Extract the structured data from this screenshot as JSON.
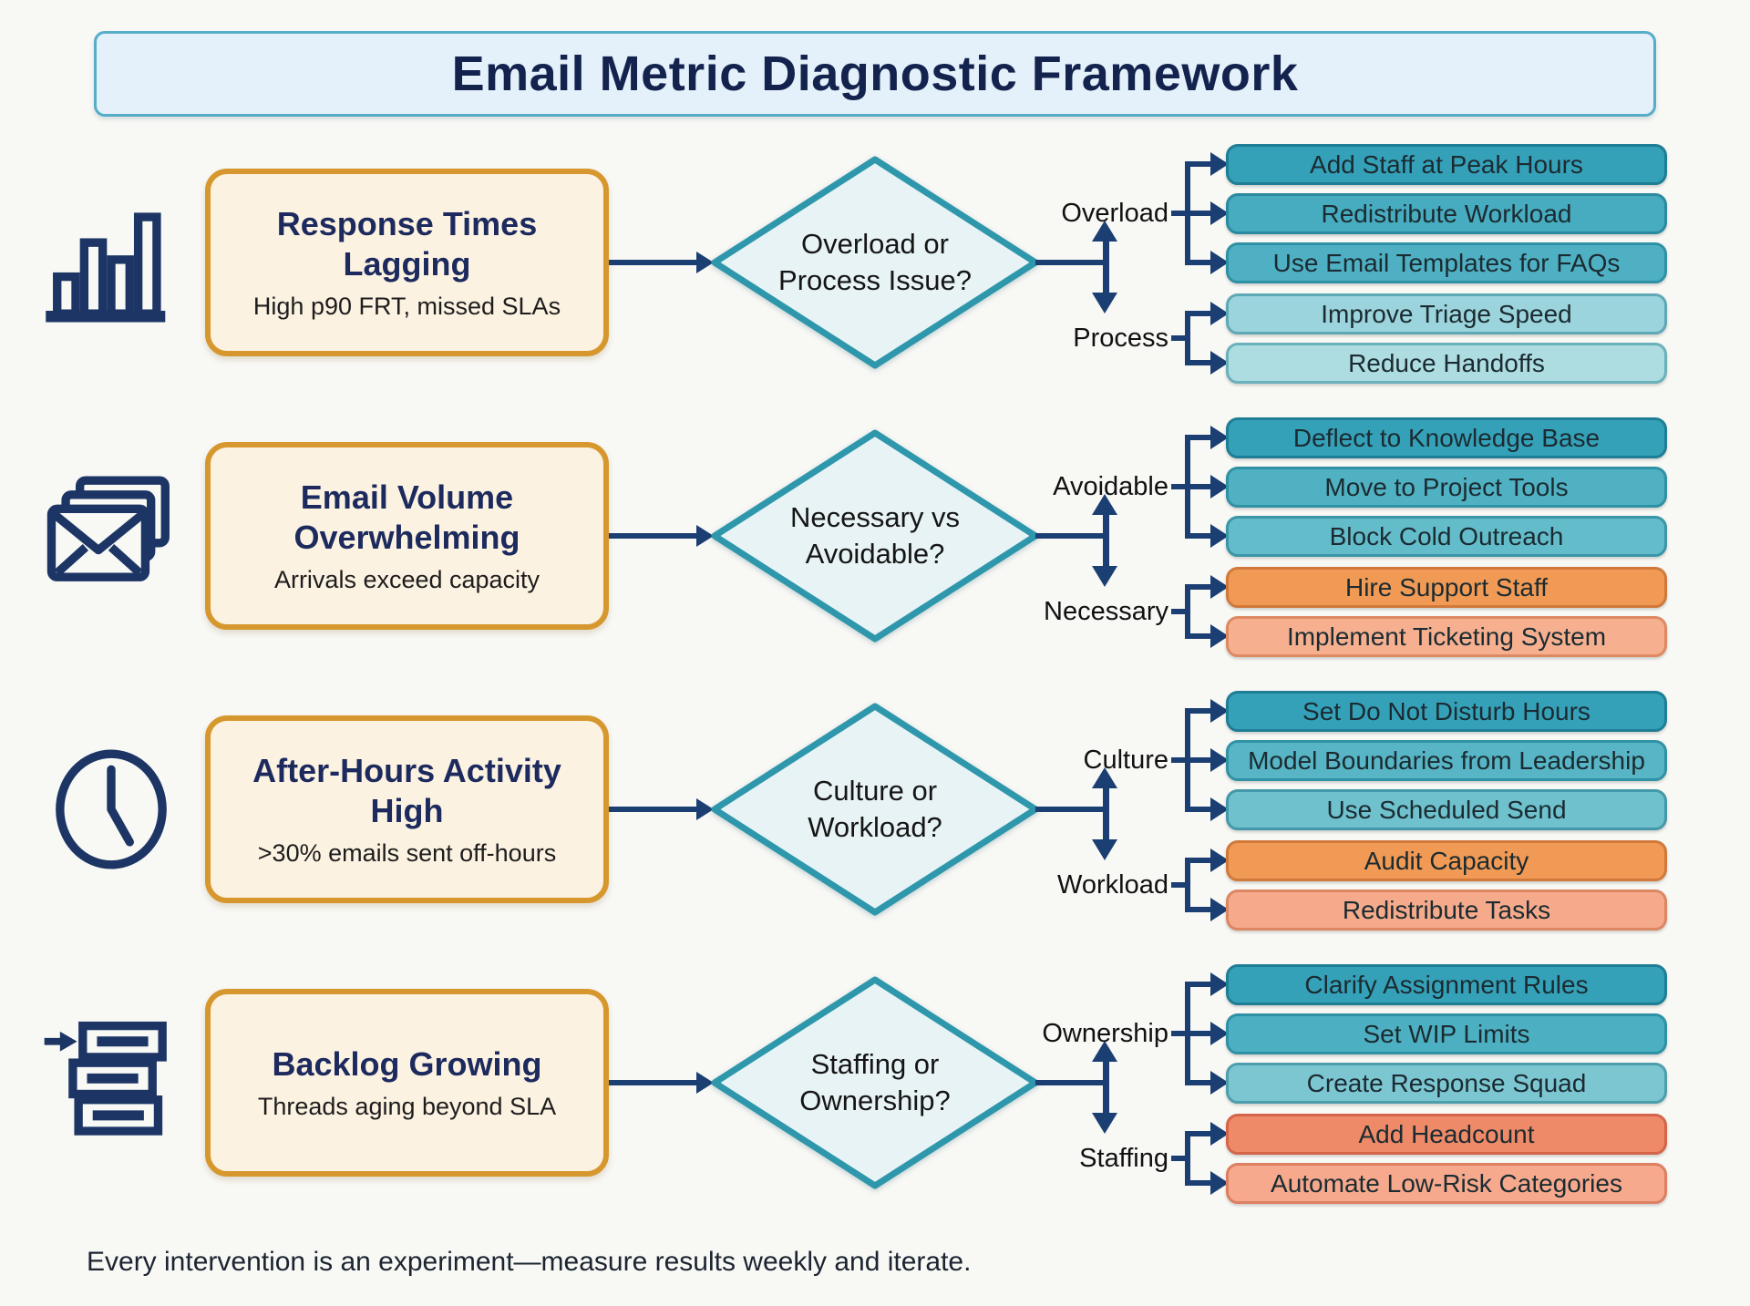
{
  "title": "Email Metric Diagnostic Framework",
  "footer": "Every intervention is an experiment—measure results weekly and iterate.",
  "palette": {
    "background": "#f8f8f5",
    "title_fill": "#e4f1fa",
    "title_border": "#56adc8",
    "title_text": "#13234e",
    "problem_fill": "#fcf2e1",
    "problem_border": "#d6982e",
    "diamond_fill": "#e7f3f5",
    "diamond_border": "#2e97ac",
    "connector_navy": "#1c3f73",
    "icon_navy": "#1c3565"
  },
  "rows": [
    {
      "icon": "bar-chart-icon",
      "problem": {
        "title": "Response Times Lagging",
        "subtitle": "High p90 FRT, missed SLAs"
      },
      "decision": {
        "line1": "Overload or",
        "line2": "Process Issue?"
      },
      "branches": [
        {
          "label": "Overload",
          "actions": [
            {
              "label": "Add Staff at Peak Hours",
              "fill": "#35a1b9",
              "border": "#1e7e95"
            },
            {
              "label": "Redistribute Workload",
              "fill": "#47acc0",
              "border": "#2a8ba0"
            },
            {
              "label": "Use Email Templates for FAQs",
              "fill": "#4fb0c3",
              "border": "#2f91a4"
            }
          ]
        },
        {
          "label": "Process",
          "actions": [
            {
              "label": "Improve Triage Speed",
              "fill": "#9bd4dc",
              "border": "#5fa9b6"
            },
            {
              "label": "Reduce Handoffs",
              "fill": "#addce1",
              "border": "#6bb1bc"
            }
          ]
        }
      ]
    },
    {
      "icon": "envelopes-icon",
      "problem": {
        "title": "Email Volume Overwhelming",
        "subtitle": "Arrivals exceed capacity"
      },
      "decision": {
        "line1": "Necessary vs",
        "line2": "Avoidable?"
      },
      "branches": [
        {
          "label": "Avoidable",
          "actions": [
            {
              "label": "Deflect to Knowledge Base",
              "fill": "#35a1b9",
              "border": "#1e7e95"
            },
            {
              "label": "Move to Project Tools",
              "fill": "#50b1c3",
              "border": "#2f91a4"
            },
            {
              "label": "Block Cold Outreach",
              "fill": "#63bcca",
              "border": "#3a96a8"
            }
          ]
        },
        {
          "label": "Necessary",
          "actions": [
            {
              "label": "Hire Support Staff",
              "fill": "#f09a55",
              "border": "#d1793a"
            },
            {
              "label": "Implement Ticketing System",
              "fill": "#f6b090",
              "border": "#dd8a63"
            }
          ]
        }
      ]
    },
    {
      "icon": "clock-icon",
      "problem": {
        "title": "After-Hours Activity High",
        "subtitle": ">30% emails sent off-hours"
      },
      "decision": {
        "line1": "Culture or",
        "line2": "Workload?"
      },
      "branches": [
        {
          "label": "Culture",
          "actions": [
            {
              "label": "Set Do Not Disturb Hours",
              "fill": "#35a1b9",
              "border": "#1e7e95"
            },
            {
              "label": "Model Boundaries from Leadership",
              "fill": "#57b5c6",
              "border": "#3092a5"
            },
            {
              "label": "Use Scheduled Send",
              "fill": "#6fc1cd",
              "border": "#4399aa"
            }
          ]
        },
        {
          "label": "Workload",
          "actions": [
            {
              "label": "Audit Capacity",
              "fill": "#f09a55",
              "border": "#d1793a"
            },
            {
              "label": "Redistribute Tasks",
              "fill": "#f5aa8b",
              "border": "#dd8662"
            }
          ]
        }
      ]
    },
    {
      "icon": "backlog-icon",
      "problem": {
        "title": "Backlog Growing",
        "subtitle": "Threads aging beyond SLA"
      },
      "decision": {
        "line1": "Staffing or",
        "line2": "Ownership?"
      },
      "branches": [
        {
          "label": "Ownership",
          "actions": [
            {
              "label": "Clarify Assignment Rules",
              "fill": "#35a1b9",
              "border": "#1e7e95"
            },
            {
              "label": "Set WIP Limits",
              "fill": "#4db0c2",
              "border": "#2f91a4"
            },
            {
              "label": "Create Response Squad",
              "fill": "#7cc6d1",
              "border": "#4d9fae"
            }
          ]
        },
        {
          "label": "Staffing",
          "actions": [
            {
              "label": "Add Headcount",
              "fill": "#ef8a69",
              "border": "#d5654a"
            },
            {
              "label": "Automate Low-Risk Categories",
              "fill": "#f6a98c",
              "border": "#dd7f61"
            }
          ]
        }
      ]
    }
  ]
}
